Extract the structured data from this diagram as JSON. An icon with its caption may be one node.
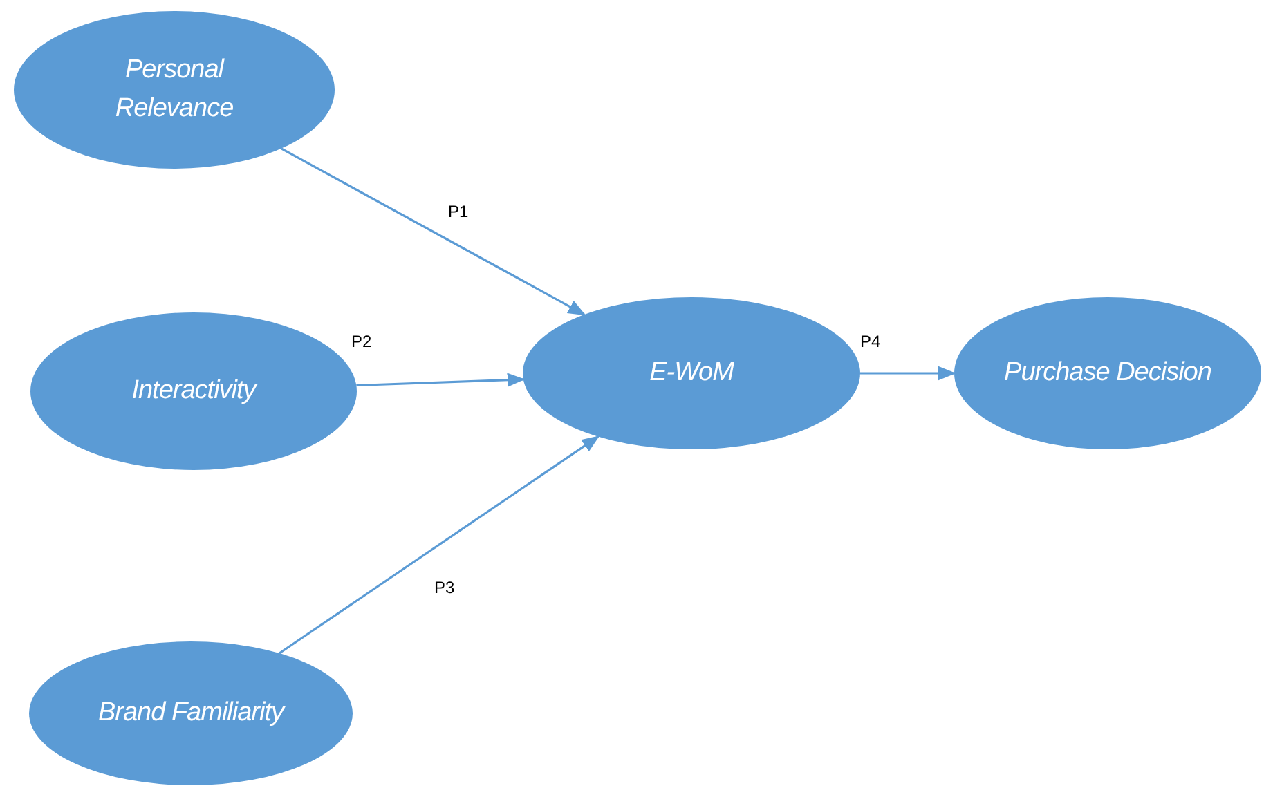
{
  "diagram": {
    "nodes": [
      {
        "text": [
          "Personal Relevance"
        ]
      },
      {
        "text": [
          "Interactivity"
        ]
      },
      {
        "text": [
          "Brand Familiarity"
        ]
      },
      {
        "text": [
          "E-WoM"
        ]
      },
      {
        "text": [
          "Purchase Decision"
        ]
      }
    ],
    "edges": [
      {
        "from": 0,
        "to": 3,
        "arrow": "to",
        "label": "P1"
      },
      {
        "from": 1,
        "to": 3,
        "arrow": "to",
        "label": "P2"
      },
      {
        "from": 2,
        "to": 3,
        "arrow": "to",
        "label": "P3"
      },
      {
        "from": 3,
        "to": 4,
        "arrow": "to",
        "label": "P4"
      }
    ]
  }
}
